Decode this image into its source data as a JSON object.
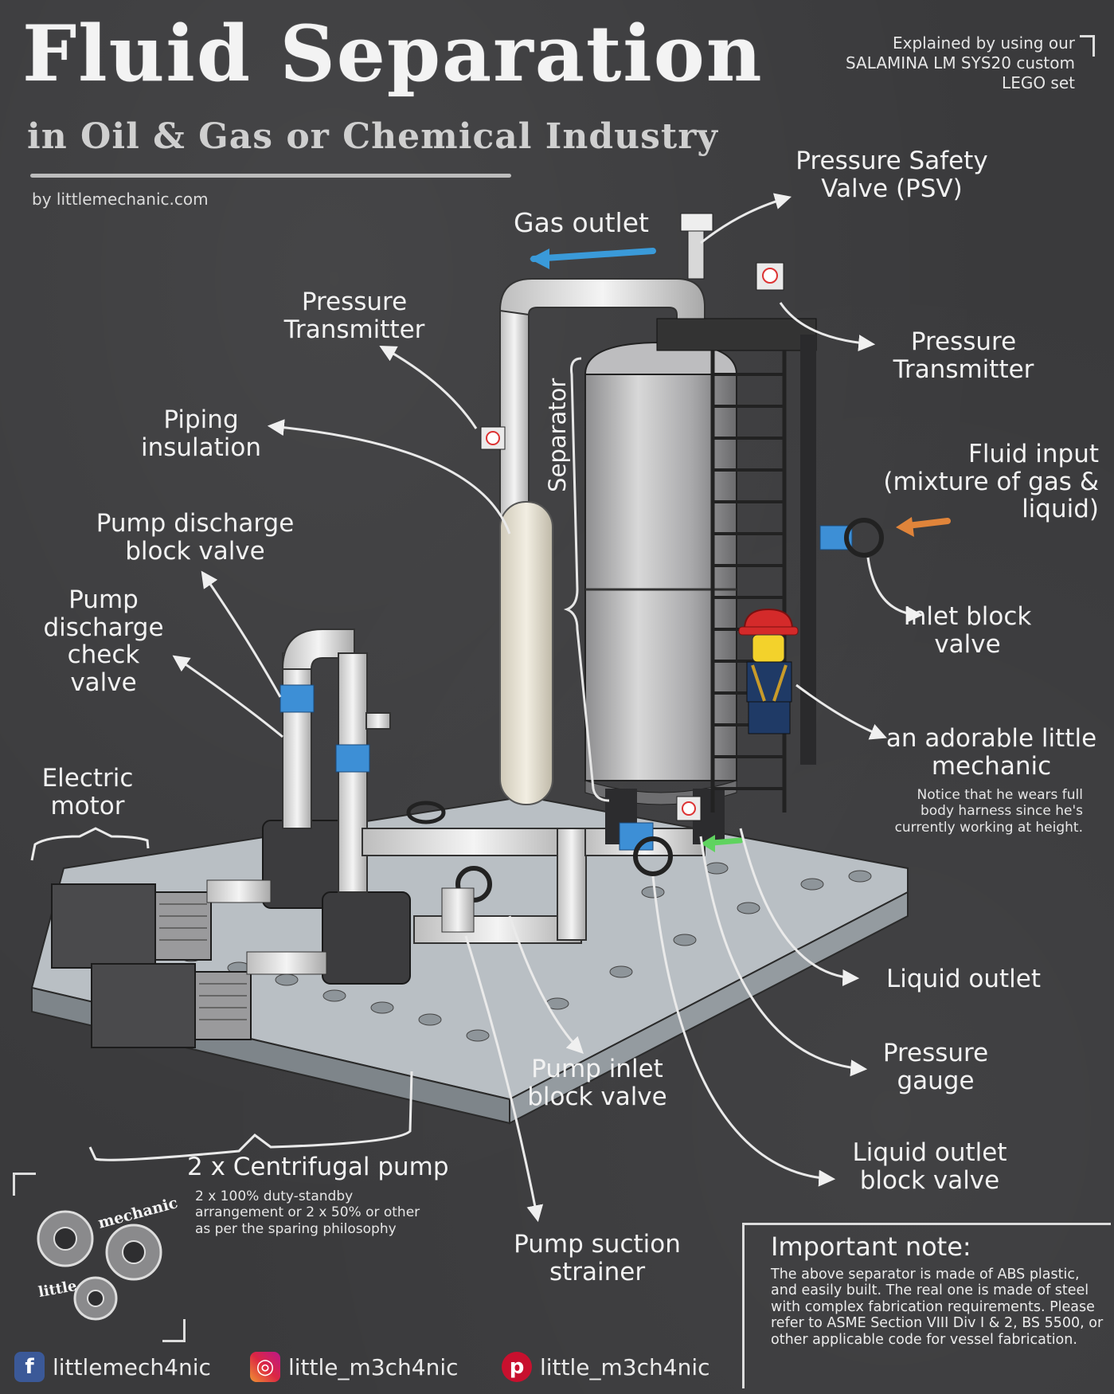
{
  "header": {
    "title": "Fluid Separation",
    "subtitle": "in Oil & Gas or Chemical Industry",
    "byline": "by littlemechanic.com",
    "explained": "Explained by using our SALAMINA LM SYS20 custom LEGO set"
  },
  "labels": {
    "gas_outlet": "Gas outlet",
    "psv": "Pressure Safety Valve (PSV)",
    "pt_left": "Pressure Transmitter",
    "pt_right": "Pressure Transmitter",
    "separator": "Separator",
    "piping_insulation": "Piping insulation",
    "fluid_input": "Fluid input (mixture of gas & liquid)",
    "inlet_block_valve": "Inlet block valve",
    "pump_discharge_block": "Pump discharge block valve",
    "pump_discharge_check": "Pump discharge check valve",
    "mechanic": "an adorable little mechanic",
    "mechanic_note": "Notice that he wears full body harness since he's currently working at height.",
    "electric_motor": "Electric motor",
    "liquid_outlet": "Liquid outlet",
    "pressure_gauge": "Pressure gauge",
    "pump_inlet_block": "Pump inlet block valve",
    "liquid_outlet_block": "Liquid outlet block valve",
    "centrifugal_pump": "2 x Centrifugal pump",
    "pump_note": "2 x 100% duty-standby arrangement or 2 x 50% or other as per the sparing philosophy",
    "suction_strainer": "Pump suction strainer"
  },
  "note": {
    "title": "Important note:",
    "text": "The above separator is made of ABS plastic, and easily built. The real one is made of steel with complex fabrication requirements. Please refer to ASME Section VIII Div I & 2, BS 5500, or other applicable code for vessel fabrication."
  },
  "logo": {
    "word_top": "mechanic",
    "word_bottom": "little"
  },
  "social": {
    "facebook": "littlemech4nic",
    "instagram": "little_m3ch4nic",
    "pinterest": "little_m3ch4nic"
  },
  "colors": {
    "background": "#3a3a3c",
    "gas_arrow": "#3a9ad9",
    "fluid_arrow": "#e0843a",
    "liquid_arrow": "#5fd35f",
    "valve_blue": "#3d8fd6",
    "helmet_red": "#d42a2a"
  }
}
